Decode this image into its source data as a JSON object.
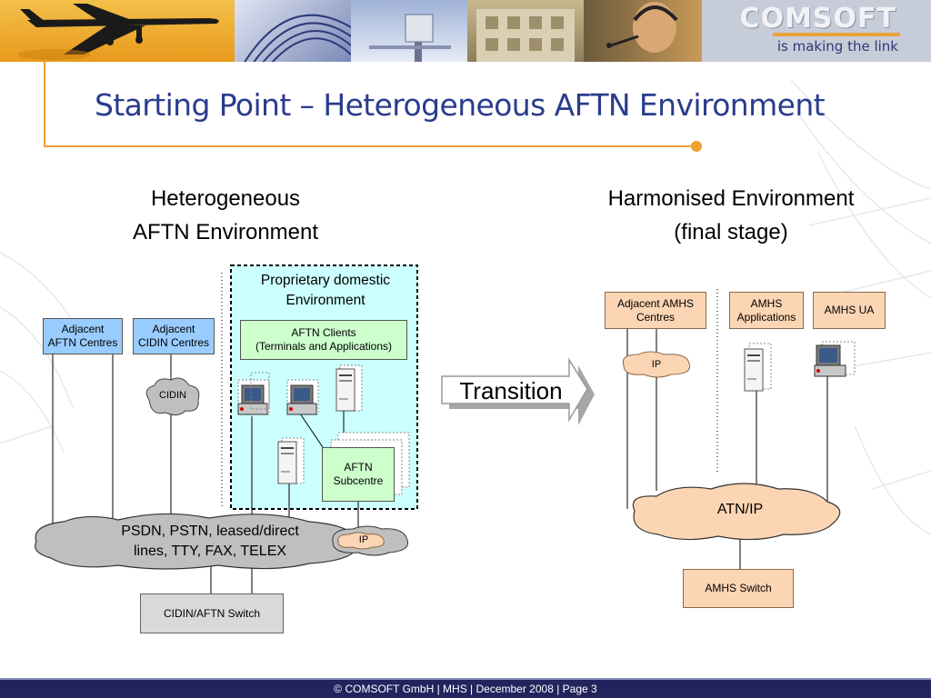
{
  "logo": {
    "name": "COMSOFT",
    "tagline": "is making the link"
  },
  "title": "Starting Point – Heterogeneous AFTN Environment",
  "left": {
    "heading_line1": "Heterogeneous",
    "heading_line2": "AFTN Environment",
    "adjacent_aftn_line1": "Adjacent",
    "adjacent_aftn_line2": "AFTN Centres",
    "adjacent_cidin_line1": "Adjacent",
    "adjacent_cidin_line2": "CIDIN Centres",
    "cidin_cloud": "CIDIN",
    "domestic_line1": "Proprietary domestic",
    "domestic_line2": "Environment",
    "clients_line1": "AFTN Clients",
    "clients_line2": "(Terminals and Applications)",
    "subcentre_line1": "AFTN",
    "subcentre_line2": "Subcentre",
    "network_line1": "PSDN, PSTN, leased/direct",
    "network_line2": "lines, TTY, FAX, TELEX",
    "ip_cloud": "IP",
    "switch": "CIDIN/AFTN Switch"
  },
  "transition": "Transition",
  "right": {
    "heading_line1": "Harmonised Environment",
    "heading_line2": "(final stage)",
    "adjacent_amhs_line1": "Adjacent AMHS",
    "adjacent_amhs_line2": "Centres",
    "amhs_apps_line1": "AMHS",
    "amhs_apps_line2": "Applications",
    "amhs_ua": "AMHS UA",
    "ip_cloud": "IP",
    "atn_cloud": "ATN/IP",
    "switch": "AMHS Switch"
  },
  "footer": "© COMSOFT GmbH | MHS | December 2008 | Page 3",
  "colors": {
    "title": "#2a3c8c",
    "accent_orange": "#f0a030",
    "footer_bg": "#23245e",
    "blue_box": "#99ccff",
    "green_box": "#ccffcc",
    "orange_box": "#fcd5b4",
    "domestic_bg": "#ccffff",
    "cloud_gray": "#bfbfbf",
    "cloud_orange": "#fcd5b4"
  }
}
